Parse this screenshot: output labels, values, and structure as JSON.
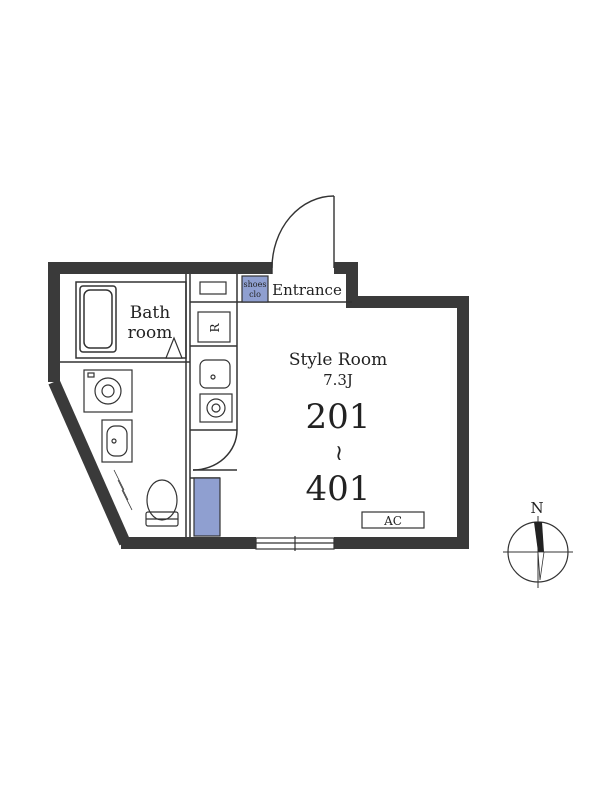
{
  "rooms": {
    "bathroom_line1": "Bath",
    "bathroom_line2": "room",
    "shoes_line1": "shoes",
    "shoes_line2": "clo",
    "entrance": "Entrance",
    "fridge": "R",
    "main_name": "Style Room",
    "main_size": "7.3J",
    "unit_from": "201",
    "unit_sep": "≀",
    "unit_to": "401",
    "ac": "AC"
  },
  "compass": {
    "north": "N"
  },
  "colors": {
    "wall": "#3a3a3a",
    "closet_fill": "#8f9fd0",
    "line": "#333333"
  }
}
